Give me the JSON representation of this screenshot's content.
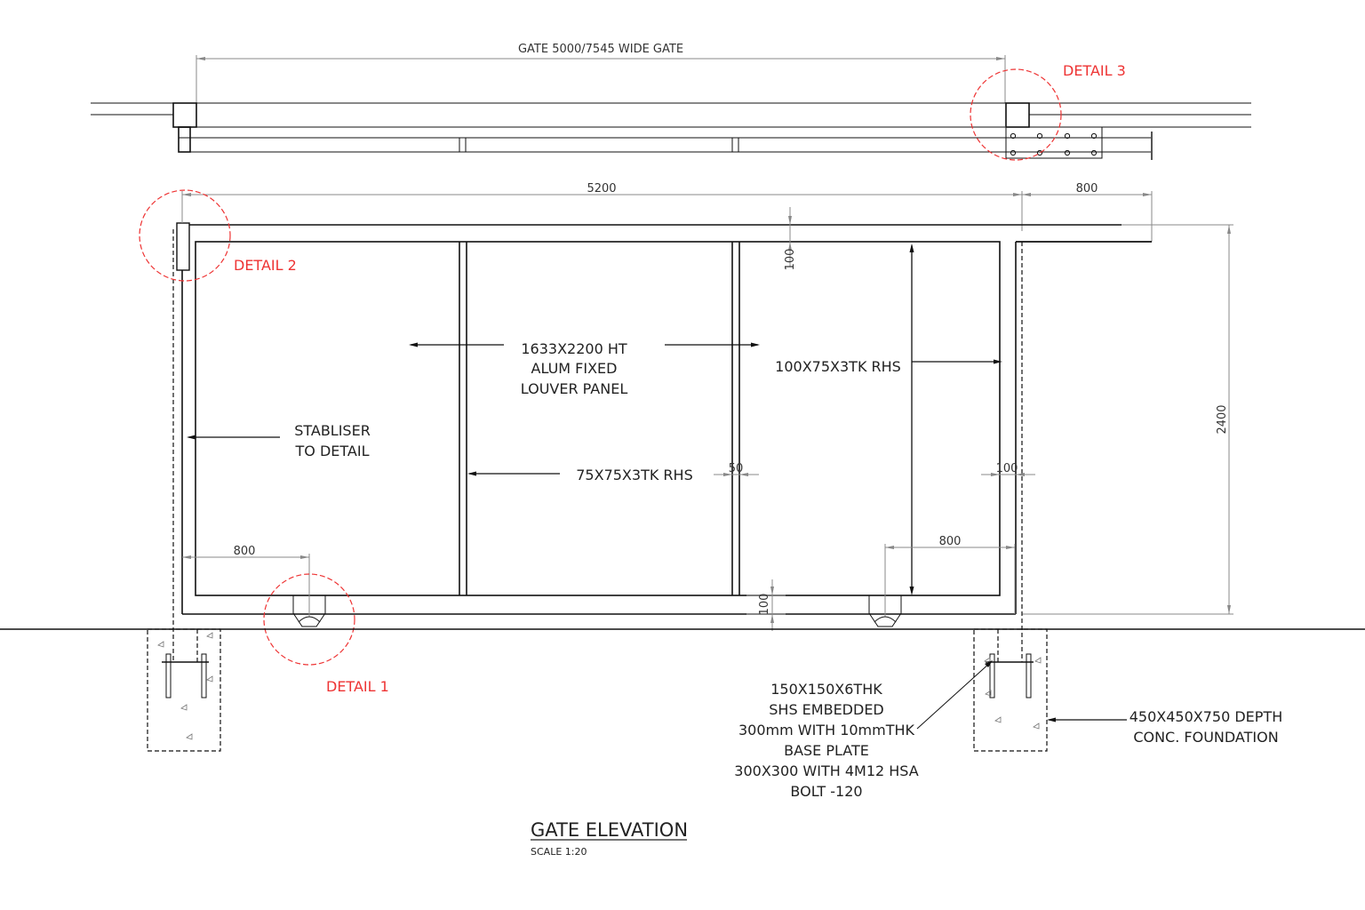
{
  "drawing": {
    "title": "GATE ELEVATION",
    "scale": "SCALE 1:20",
    "colors": {
      "line": "#111111",
      "dimension": "#888888",
      "detail_callout": "#ee3333",
      "background": "#ffffff"
    }
  },
  "plan_view": {
    "overall_dimension": "GATE 5000/7545 WIDE GATE",
    "detail_label": "DETAIL 3"
  },
  "elevation": {
    "dimensions": {
      "gate_width": "5200",
      "overhang_width": "800",
      "height": "2400",
      "top_frame": "100",
      "bottom_frame": "100",
      "mullion": "50",
      "post_width": "100",
      "left_wheel_offset": "800",
      "right_wheel_offset": "800"
    },
    "callouts": {
      "panel_line1": "1633X2200 HT",
      "panel_line2": "ALUM FIXED",
      "panel_line3": "LOUVER PANEL",
      "frame_rhs": "100X75X3TK RHS",
      "mullion_rhs": "75X75X3TK RHS",
      "stabliser_line1": "STABLISER",
      "stabliser_line2": "TO DETAIL",
      "post_line1": "150X150X6THK",
      "post_line2": "SHS EMBEDDED",
      "post_line3": "300mm WITH 10mmTHK",
      "post_line4": "BASE PLATE",
      "post_line5": "300X300 WITH 4M12 HSA",
      "post_line6": "BOLT -120",
      "foundation_line1": "450X450X750 DEPTH",
      "foundation_line2": "CONC. FOUNDATION"
    },
    "details": {
      "detail_1": "DETAIL 1",
      "detail_2": "DETAIL 2"
    }
  }
}
